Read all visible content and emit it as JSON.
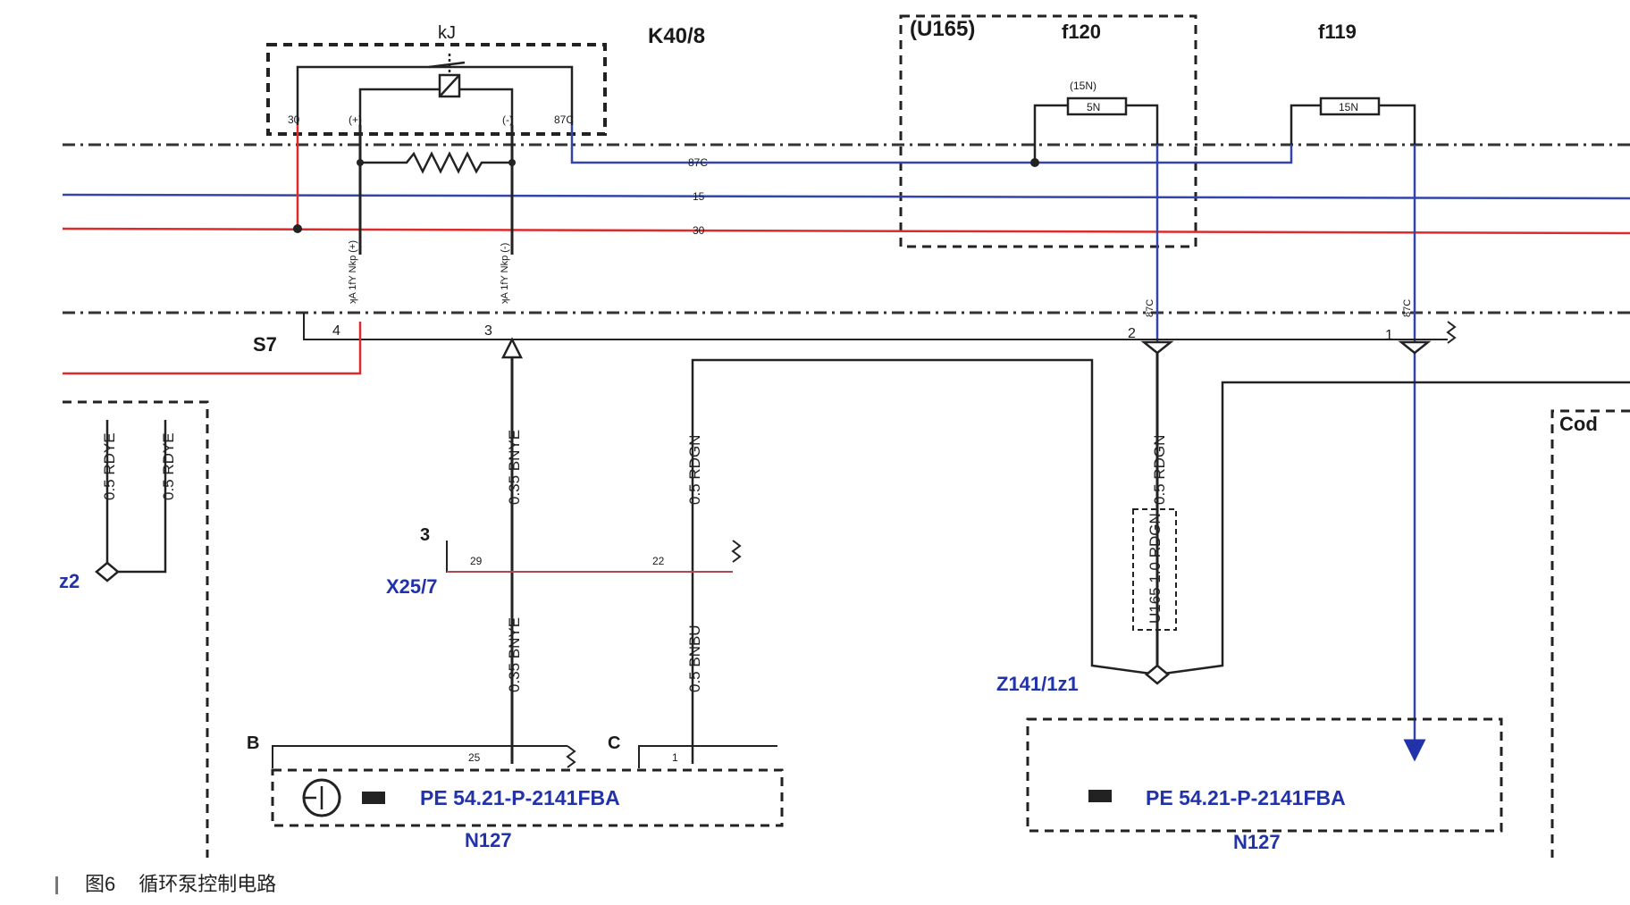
{
  "colors": {
    "blue_wire": "#3344aa",
    "red_wire": "#dd2a2a",
    "black_wire": "#222222",
    "dash": "#333333",
    "label_blue": "#2233aa"
  },
  "labels": {
    "relay_kj": "kJ",
    "relay_ref": "K40/8",
    "module_u165": "(U165)",
    "fuse_f120": "f120",
    "fuse_f119": "f119",
    "fuse_f120_rating": "(15N)",
    "fuse_f120_amp": "5N",
    "fuse_f119_amp": "15N",
    "relay_pin_30": "30",
    "relay_pin_plus": "(+)",
    "relay_pin_minus": "(-)",
    "relay_pin_87c": "87C",
    "bus_87c": "87C",
    "bus_15": "15",
    "bus_30": "30",
    "s7": "S7",
    "s7_pin4": "4",
    "s7_pin3": "3",
    "s7_pin2": "2",
    "s7_pin1": "1",
    "rot_left_1": "0.5 RDYE",
    "rot_left_2": "0.5 RDYE",
    "z2": "z2",
    "wire_bnye_top": "0.35 BNYE",
    "wire_rdgn_mid": "0.5 RDGN",
    "wire_rdgn_right": "0.5 RDGN",
    "wire_u165": "U165 1.0 RDGN",
    "x25_3": "3",
    "x25_pin29": "29",
    "x25_pin22": "22",
    "x25_ref": "X25/7",
    "wire_bnye_bot": "0.35 BNYE",
    "wire_bnbu": "0.5 BNBU",
    "z141": "Z141/1z1",
    "conn_b": "B",
    "conn_b_pin": "25",
    "conn_c": "C",
    "conn_c_pin": "1",
    "pe_left": "PE 54.21-P-2141FBA",
    "pe_right": "PE 54.21-P-2141FBA",
    "n127_left": "N127",
    "n127_right": "N127",
    "cod": "Cod",
    "small_left_plus": "ʞA 1fY Nkp (+)",
    "small_left_minus": "ʞA 1fY Nkp (-)",
    "small_right_a": "87C",
    "small_right_b": "87C"
  },
  "caption": {
    "figure": "图6",
    "title": "循环泵控制电路"
  }
}
